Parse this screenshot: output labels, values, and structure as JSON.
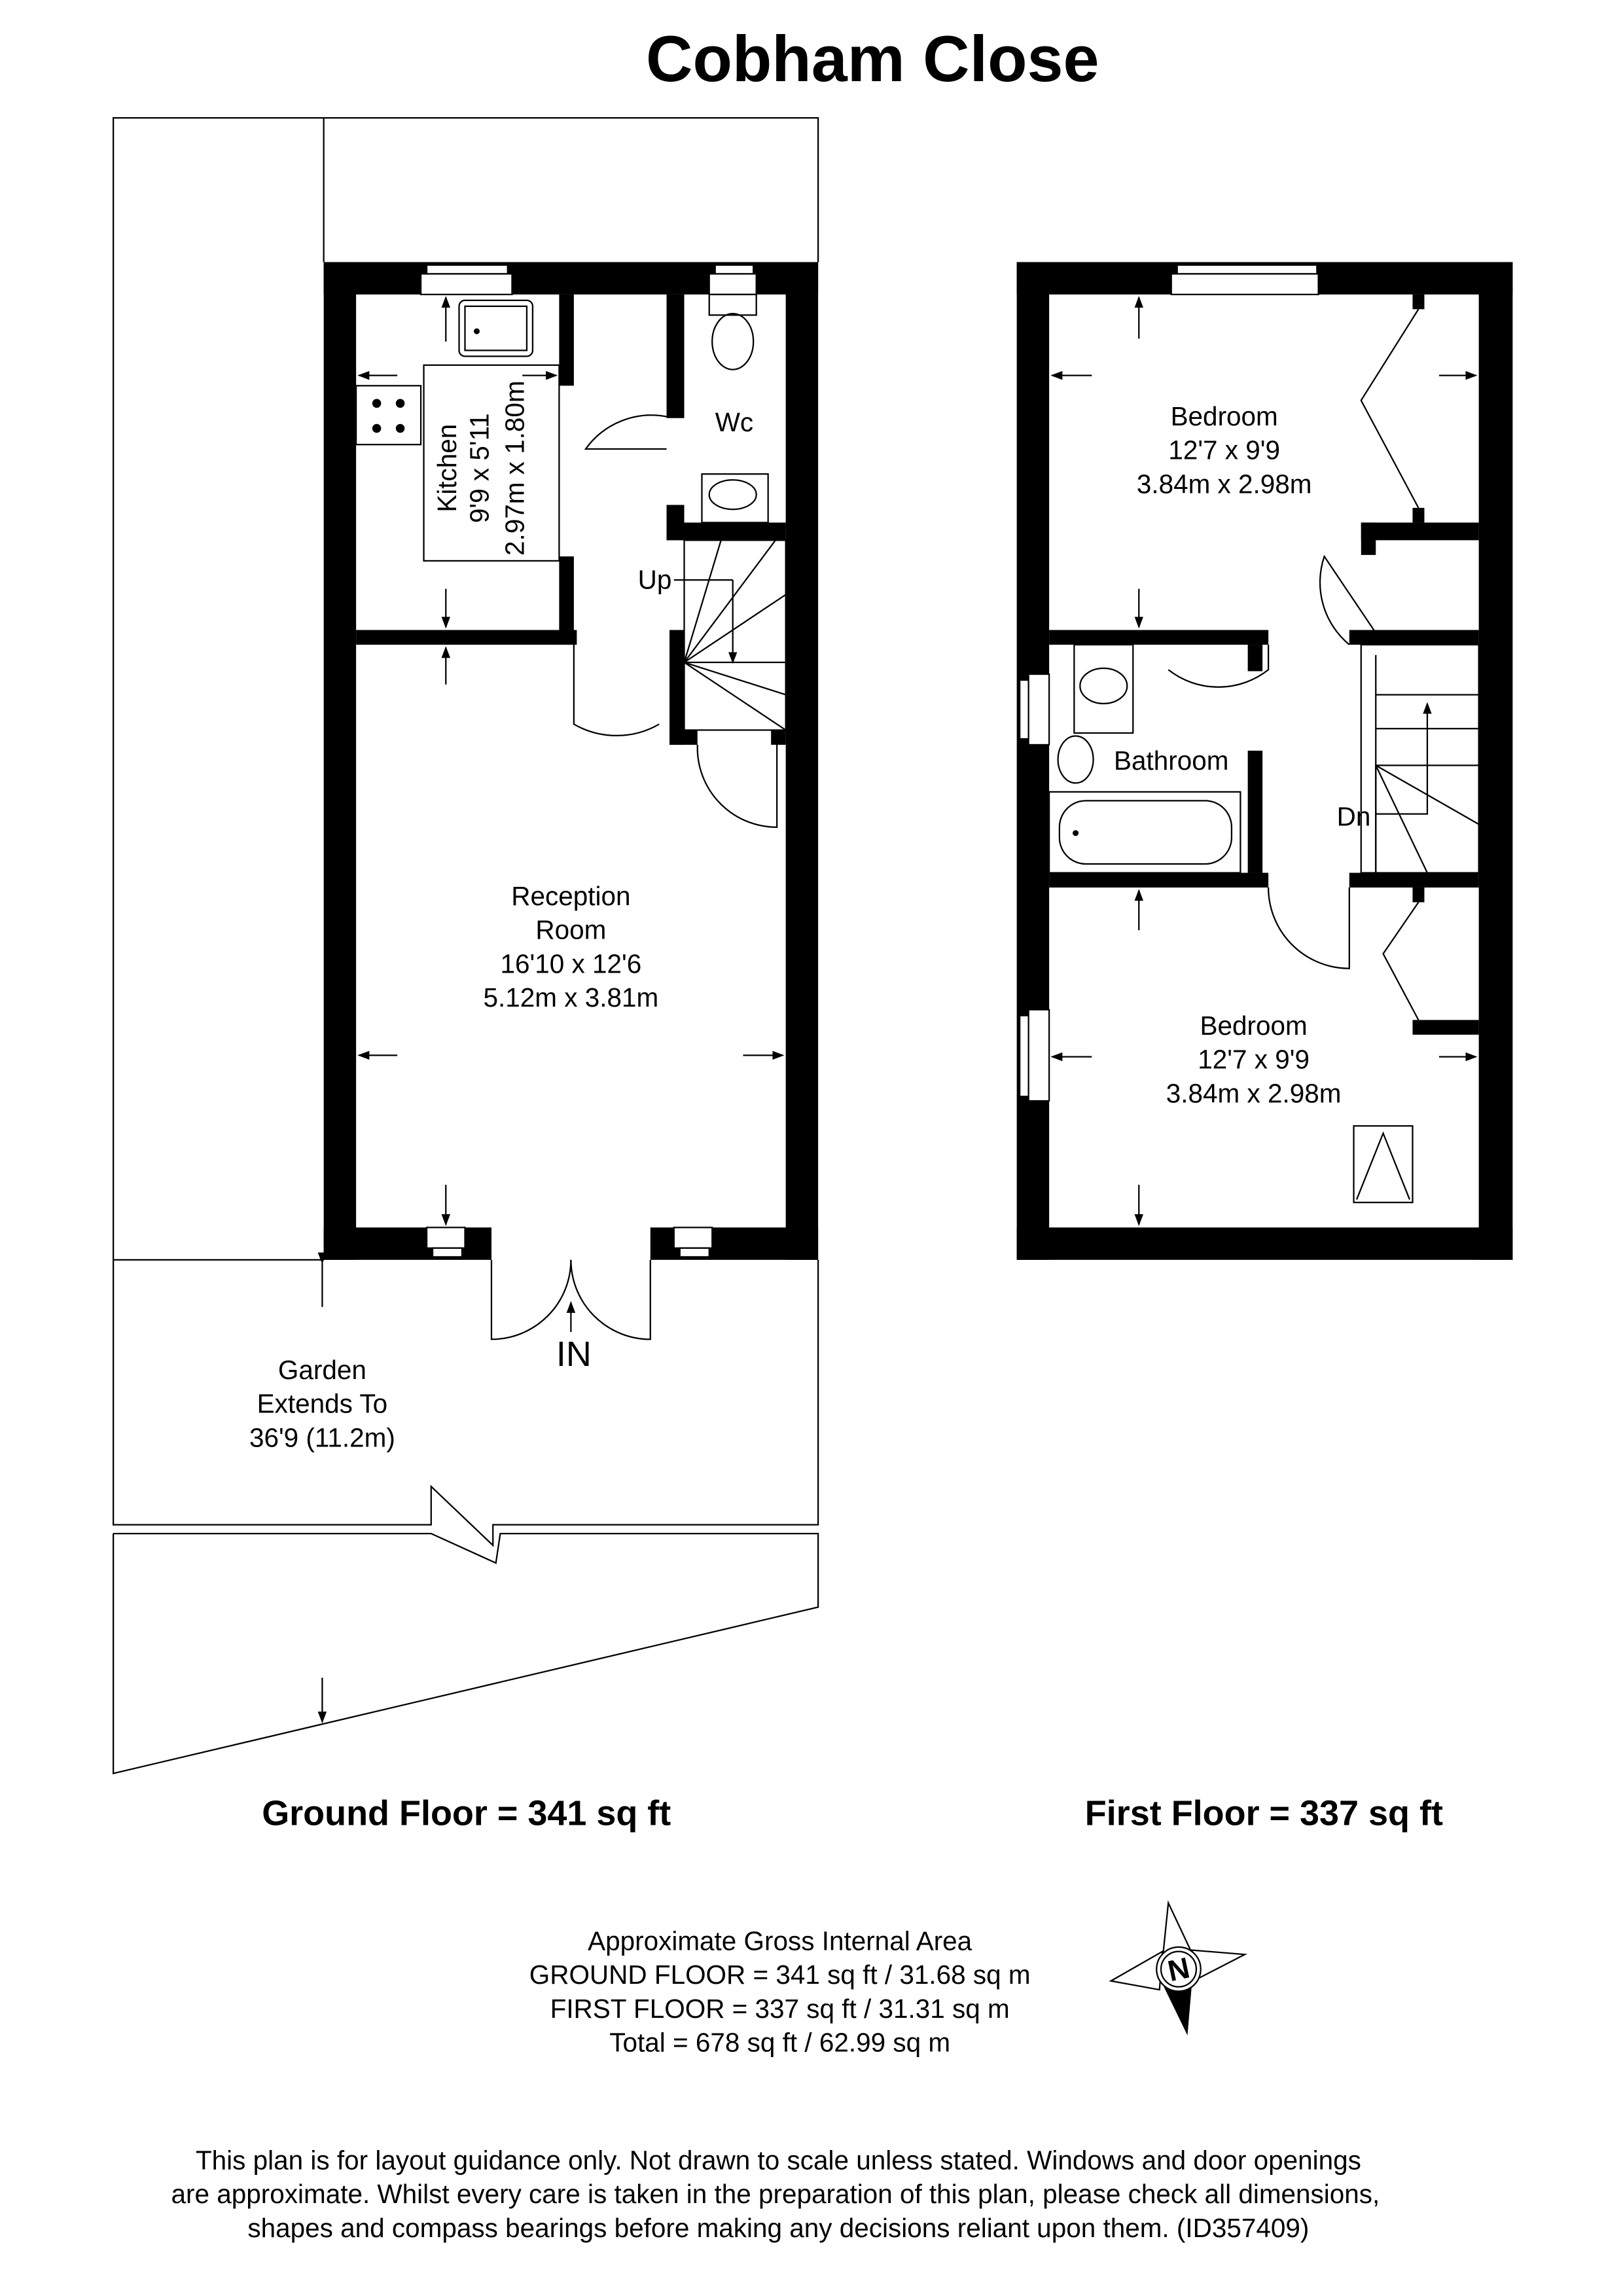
{
  "title": "Cobham Close",
  "ground_floor": {
    "label": "Ground Floor = 341 sq ft",
    "rooms": {
      "kitchen": {
        "name": "Kitchen",
        "imperial": "9'9 x 5'11",
        "metric": "2.97m x 1.80m"
      },
      "wc": {
        "name": "Wc"
      },
      "reception": {
        "name1": "Reception",
        "name2": "Room",
        "imperial": "16'10 x 12'6",
        "metric": "5.12m x 3.81m"
      },
      "garden": {
        "name1": "Garden",
        "name2": "Extends To",
        "size": "36'9 (11.2m)"
      }
    },
    "stairs_label": "Up",
    "entrance_label": "IN"
  },
  "first_floor": {
    "label": "First Floor = 337 sq ft",
    "rooms": {
      "bedroom1": {
        "name": "Bedroom",
        "imperial": "12'7 x 9'9",
        "metric": "3.84m x 2.98m"
      },
      "bathroom": {
        "name": "Bathroom"
      },
      "bedroom2": {
        "name": "Bedroom",
        "imperial": "12'7 x 9'9",
        "metric": "3.84m x 2.98m"
      }
    },
    "stairs_label": "Dn"
  },
  "area_summary": [
    "Approximate Gross Internal Area",
    "GROUND FLOOR = 341 sq ft / 31.68 sq m",
    "FIRST FLOOR = 337 sq ft / 31.31 sq m",
    "Total = 678 sq ft / 62.99 sq m"
  ],
  "compass": {
    "icon": "north-compass-icon",
    "letter": "N"
  },
  "disclaimer": [
    "This plan is for layout guidance only. Not drawn to scale unless stated. Windows and door openings",
    "are approximate. Whilst every care is taken in the preparation of this plan, please check all dimensions,",
    "shapes and compass bearings before making any decisions reliant upon them. (ID357409)"
  ]
}
